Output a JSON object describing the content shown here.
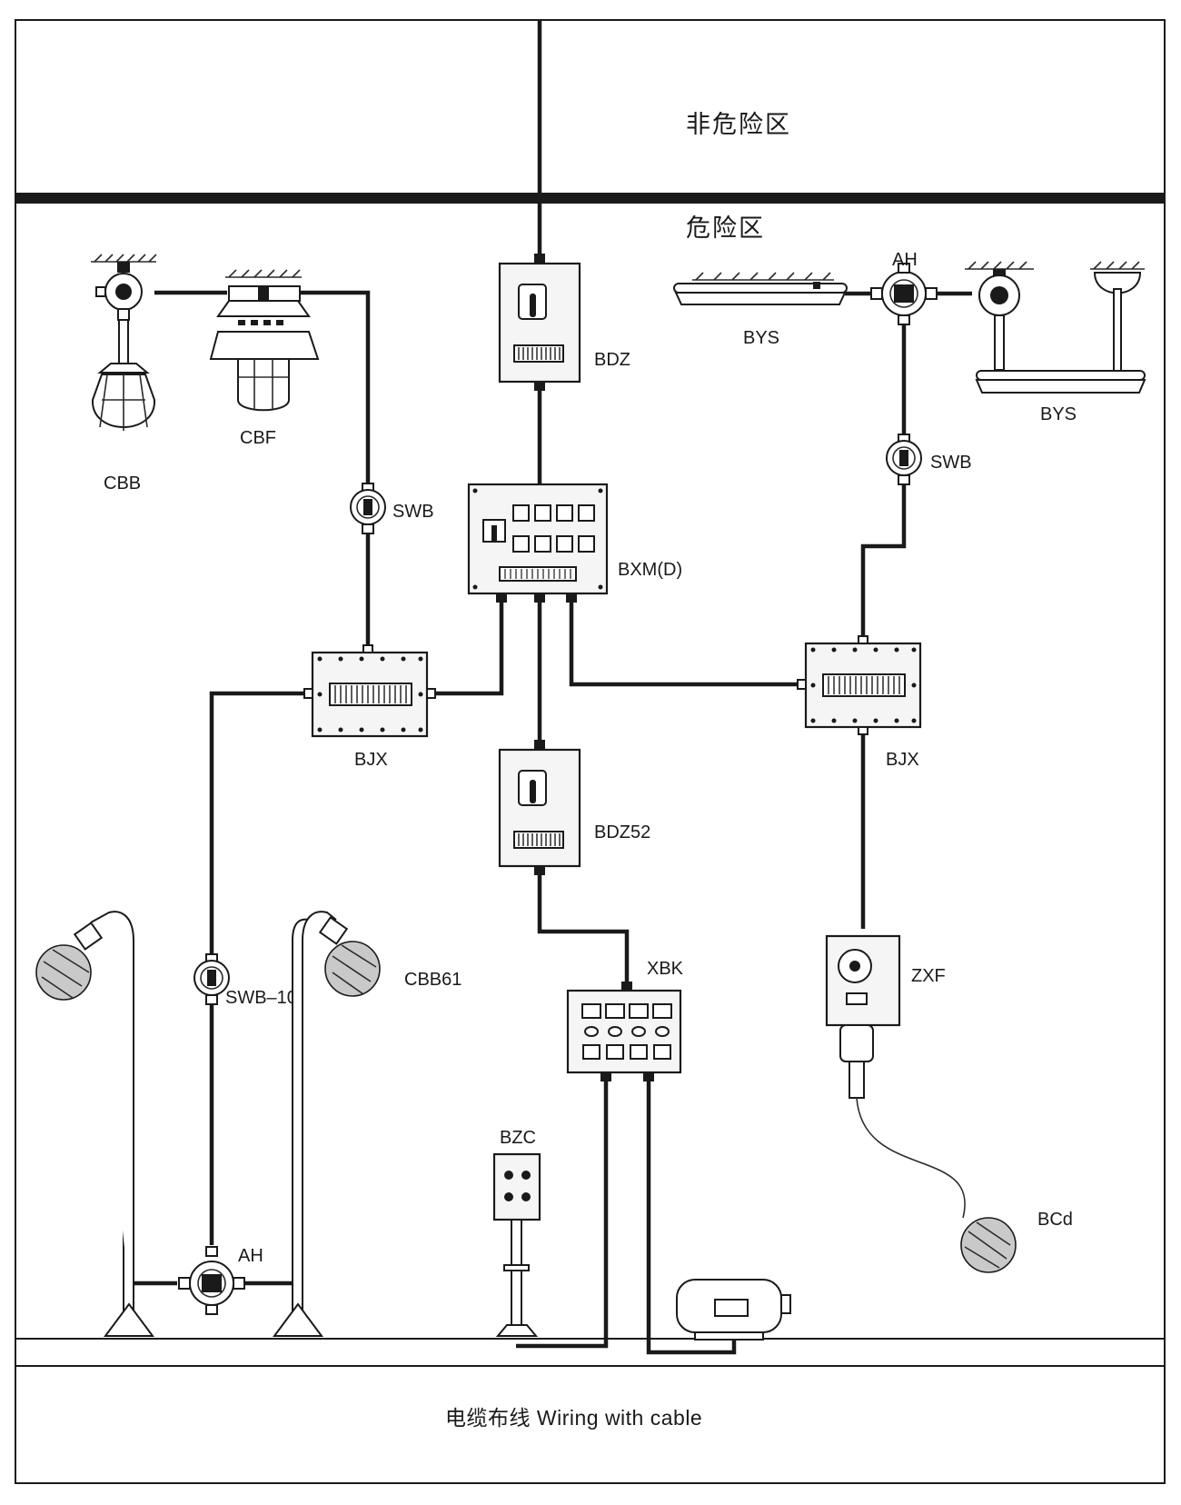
{
  "zones": {
    "non_hazardous": "非危险区",
    "hazardous": "危险区"
  },
  "footer": {
    "caption": "电缆布线  Wiring with cable"
  },
  "labels": {
    "bdz": "BDZ",
    "bxm": "BXM(D)",
    "bjx_left": "BJX",
    "bjx_right": "BJX",
    "bdz52": "BDZ52",
    "xbk": "XBK",
    "bzc": "BZC",
    "zxf": "ZXF",
    "bcd": "BCd",
    "cbb": "CBB",
    "cbf": "CBF",
    "swb_left": "SWB",
    "swb_right": "SWB",
    "swb10": "SWB–10",
    "cbb61": "CBB61",
    "ah_top": "AH",
    "ah_bottom": "AH",
    "bys_left": "BYS",
    "bys_right": "BYS"
  },
  "colors": {
    "line": "#1a1a1a",
    "background": "#ffffff",
    "panel": "#f5f5f5"
  }
}
